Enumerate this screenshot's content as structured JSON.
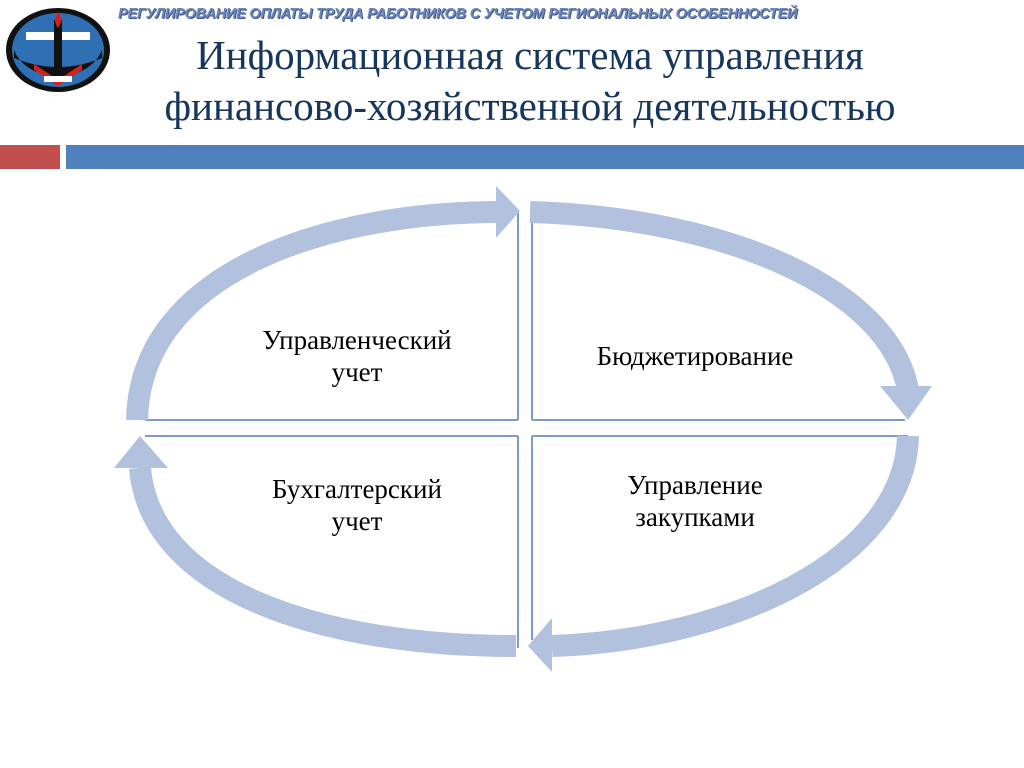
{
  "header": {
    "banner": "РЕГУЛИРОВАНИЕ ОПЛАТЫ ТРУДА РАБОТНИКОВ С УЧЕТОМ РЕГИОНАЛЬНЫХ ОСОБЕННОСТЕЙ",
    "title_line1": "Информационная система управления",
    "title_line2": "финансово-хозяйственной деятельностью"
  },
  "diagram": {
    "quadrants": [
      {
        "line1": "Управленческий",
        "line2": "учет"
      },
      {
        "line1": "Бюджетирование",
        "line2": ""
      },
      {
        "line1": "Бухгалтерский",
        "line2": "учет"
      },
      {
        "line1": "Управление",
        "line2": "закупками"
      }
    ],
    "arrow_color": "#b2c1dd",
    "divider_color": "#7a9cc7"
  },
  "colors": {
    "title": "#17365d",
    "banner": "#6f86b8",
    "bar_red": "#c0504d",
    "bar_blue": "#4f81bd"
  }
}
